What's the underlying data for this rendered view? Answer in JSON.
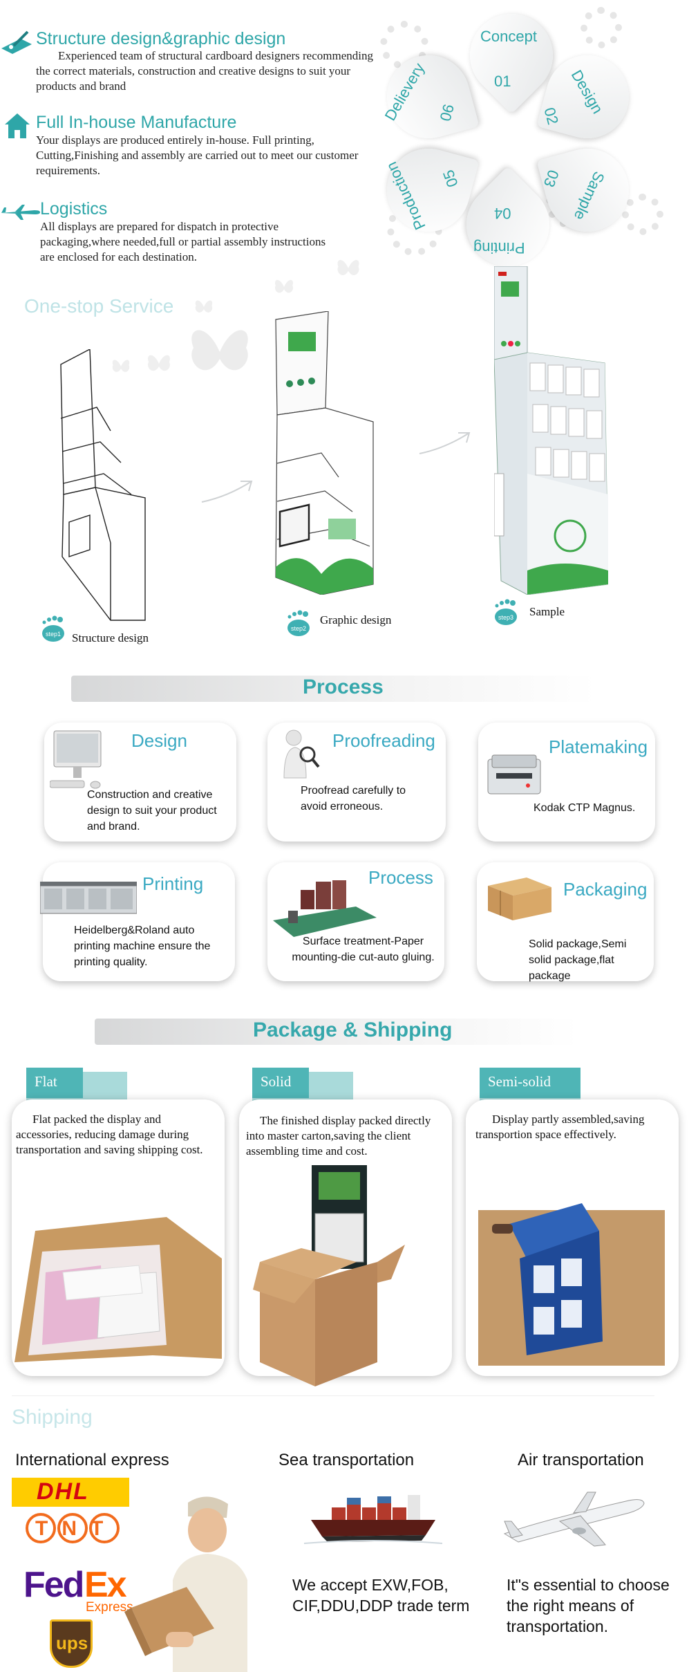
{
  "features": [
    {
      "title": "Structure design&graphic design",
      "body": "Experienced team of structural cardboard designers recommending the correct materials, construction and creative designs to suit your products and brand",
      "icon": "pen-ruler-icon"
    },
    {
      "title": "Full In-house Manufacture",
      "body": "Your displays are produced entirely in-house. Full printing, Cutting,Finishing and assembly are carried out to meet our customer requirements.",
      "icon": "house-icon"
    },
    {
      "title": "Logistics",
      "body": "All displays are prepared for dispatch in protective packaging,where needed,full or partial assembly instructions are enclosed for each destination.",
      "icon": "airplane-icon"
    }
  ],
  "wheel": [
    {
      "label": "Concept",
      "num": "01"
    },
    {
      "label": "Design",
      "num": "02"
    },
    {
      "label": "Sample",
      "num": "03"
    },
    {
      "label": "Printing",
      "num": "04"
    },
    {
      "label": "Production",
      "num": "05"
    },
    {
      "label": "Delievery",
      "num": "06"
    }
  ],
  "one_stop": "One-stop Service",
  "steps": [
    {
      "badge": "step1",
      "label": "Structure design"
    },
    {
      "badge": "step2",
      "label": "Graphic design"
    },
    {
      "badge": "step3",
      "label": "Sample"
    }
  ],
  "process": {
    "title": "Process",
    "cards": [
      {
        "title": "Design",
        "text": "Construction and creative design to suit your product and brand."
      },
      {
        "title": "Proofreading",
        "text": "Proofread carefully to avoid erroneous."
      },
      {
        "title": "Platemaking",
        "text": "Kodak CTP Magnus."
      },
      {
        "title": "Printing",
        "text": "Heidelberg&Roland auto printing machine ensure the printing quality."
      },
      {
        "title": "Process",
        "text": "Surface treatment-Paper mounting-die cut-auto gluing."
      },
      {
        "title": "Packaging",
        "text": "Solid package,Semi solid package,flat package"
      }
    ]
  },
  "package": {
    "title": "Package & Shipping",
    "items": [
      {
        "tab": "Flat",
        "text": "Flat packed the display and accessories, reducing damage during transportation and saving shipping cost."
      },
      {
        "tab": "Solid",
        "text": "The finished display packed directly into master carton,saving the client assembling time and cost."
      },
      {
        "tab": "Semi-solid",
        "text": "Display partly assembled,saving transportion space effectively."
      }
    ]
  },
  "shipping": {
    "title": "Shipping",
    "columns": [
      {
        "heading": "International express"
      },
      {
        "heading": "Sea transportation",
        "text": "We accept EXW,FOB, CIF,DDU,DDP trade term"
      },
      {
        "heading": "Air transportation",
        "text": "It\"s essential to choose the right means of transportation."
      }
    ],
    "logos": {
      "dhl": "DHL",
      "tnt": "TNT",
      "fedex_fed": "Fed",
      "fedex_ex": "Ex",
      "fedex_express": "Express",
      "ups": "ups"
    }
  },
  "colors": {
    "accent": "#3aa9ad",
    "dhl_yellow": "#ffcc00",
    "dhl_red": "#d40511",
    "tnt_orange": "#f26b1d",
    "fedex_purple": "#4d148c",
    "fedex_orange": "#ff6600",
    "ups_brown": "#5a3a1e"
  }
}
